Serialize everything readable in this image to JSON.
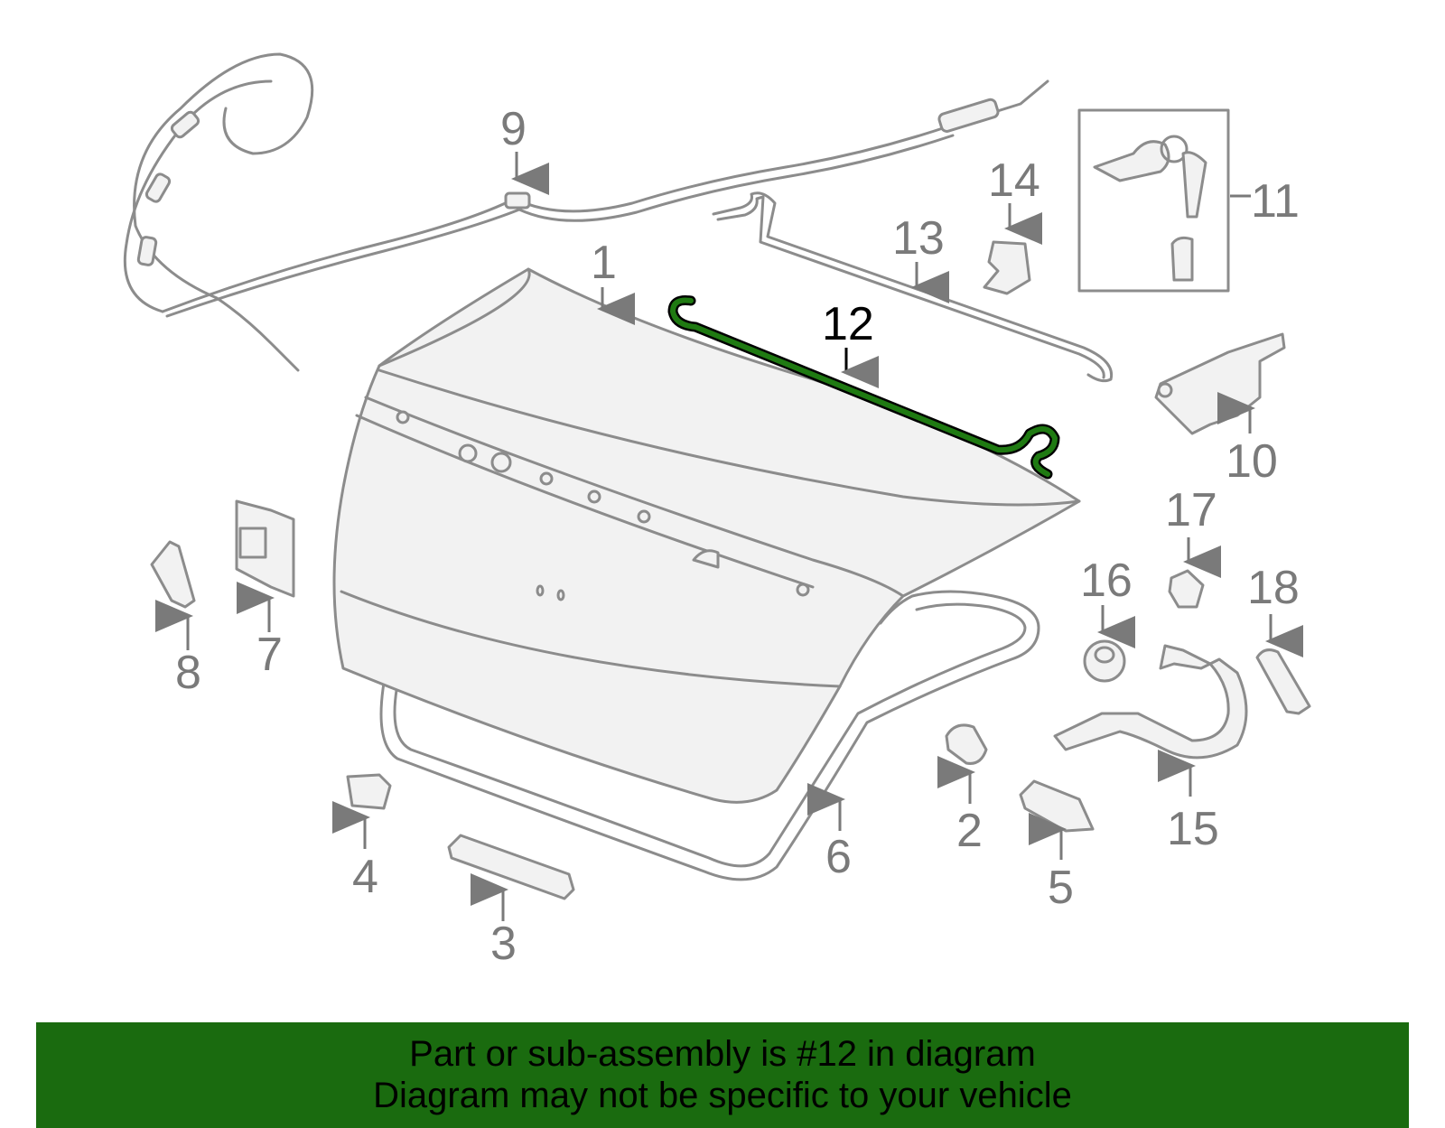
{
  "diagram": {
    "highlighted_part": "12",
    "callouts": [
      "1",
      "2",
      "3",
      "4",
      "5",
      "6",
      "7",
      "8",
      "9",
      "10",
      "11",
      "12",
      "13",
      "14",
      "15",
      "16",
      "17",
      "18"
    ]
  },
  "banner": {
    "line1": "Part or sub-assembly is #12 in diagram",
    "line2": "Diagram may not be specific to your vehicle",
    "background": "#1a6b0f"
  },
  "colors": {
    "highlight": "#1f7a12",
    "part_outline": "#8c8c8c"
  }
}
